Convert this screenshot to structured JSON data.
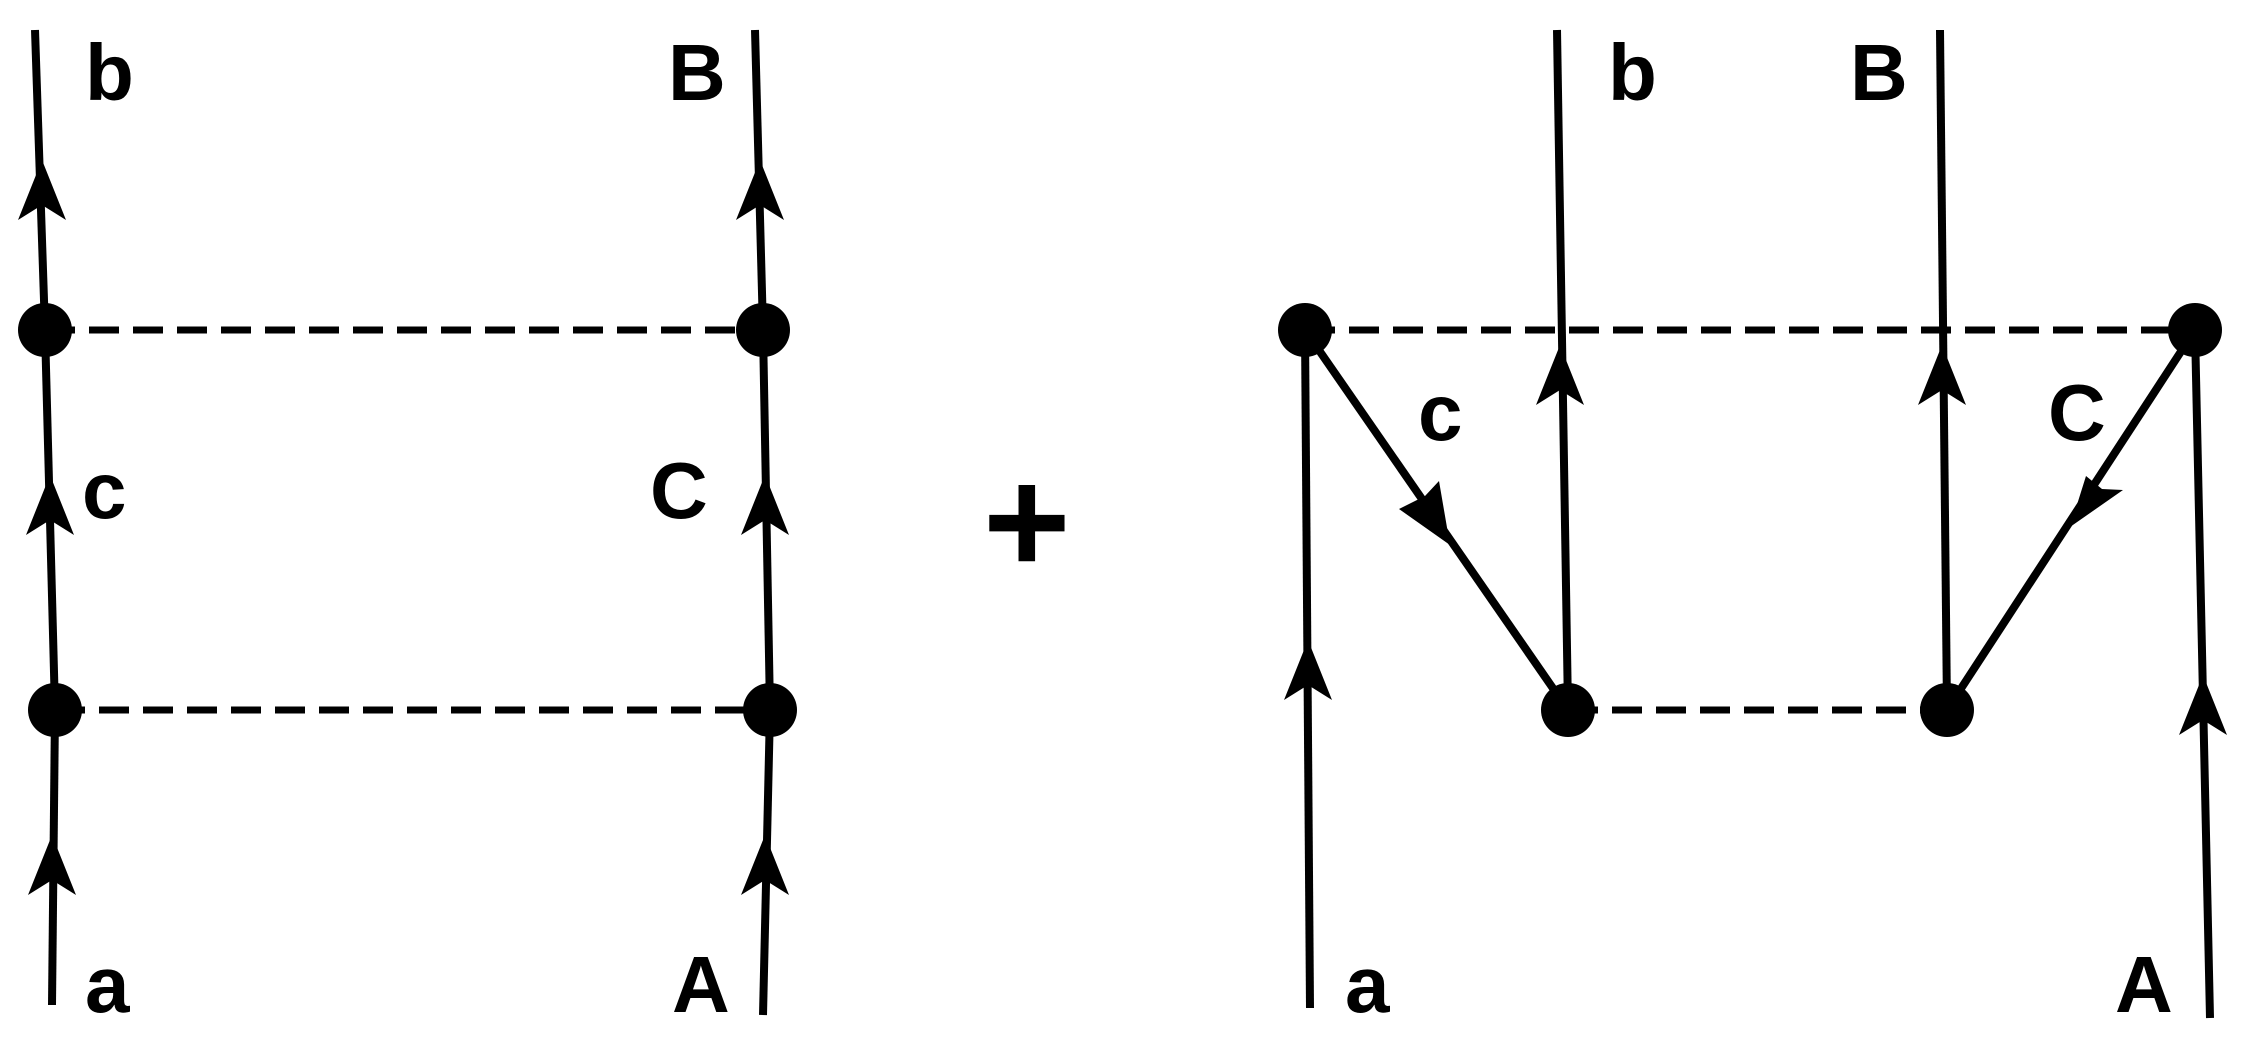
{
  "colors": {
    "ink": "#000000",
    "background": "#ffffff"
  },
  "operator": "+",
  "left_diagram": {
    "labels": {
      "b": "b",
      "B": "B",
      "c": "c",
      "C": "C",
      "a": "a",
      "A": "A"
    }
  },
  "right_diagram": {
    "labels": {
      "b": "b",
      "B": "B",
      "c": "c",
      "C": "C",
      "a": "a",
      "A": "A"
    }
  }
}
